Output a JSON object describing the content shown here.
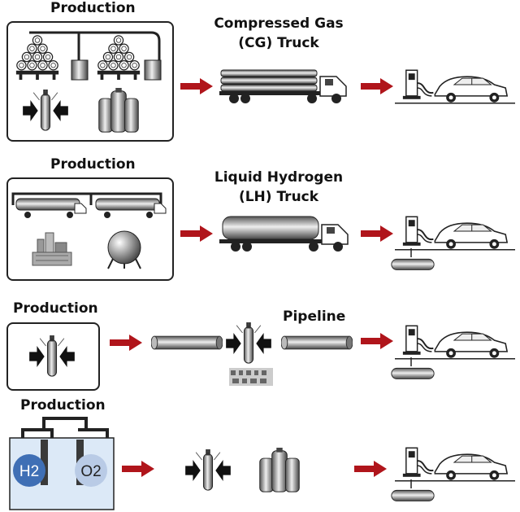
{
  "rows": [
    {
      "production_label": "Production",
      "transport_label": "Compressed Gas\n(CG) Truck"
    },
    {
      "production_label": "Production",
      "transport_label": "Liquid Hydrogen\n(LH) Truck"
    },
    {
      "production_label": "Production",
      "transport_label": "Pipeline"
    },
    {
      "production_label": "Production",
      "transport_label": ""
    }
  ],
  "electrolyzer": {
    "h2_label": "H2",
    "o2_label": "O2"
  },
  "colors": {
    "arrow": "#b0151b",
    "line": "#222222",
    "h2_circle": "#3f6fb5",
    "o2_circle": "#b9cbe6",
    "tank_bg": "#dce9f7"
  },
  "icons": [
    "cylinder-stack-icon",
    "compressor-icon",
    "storage-tanks-icon",
    "cg-truck-icon",
    "lh-truck-icon",
    "refinery-icon",
    "sphere-tank-icon",
    "pipe-icon",
    "dispenser-icon",
    "car-icon",
    "underground-tank-icon",
    "electrolyzer-icon"
  ]
}
